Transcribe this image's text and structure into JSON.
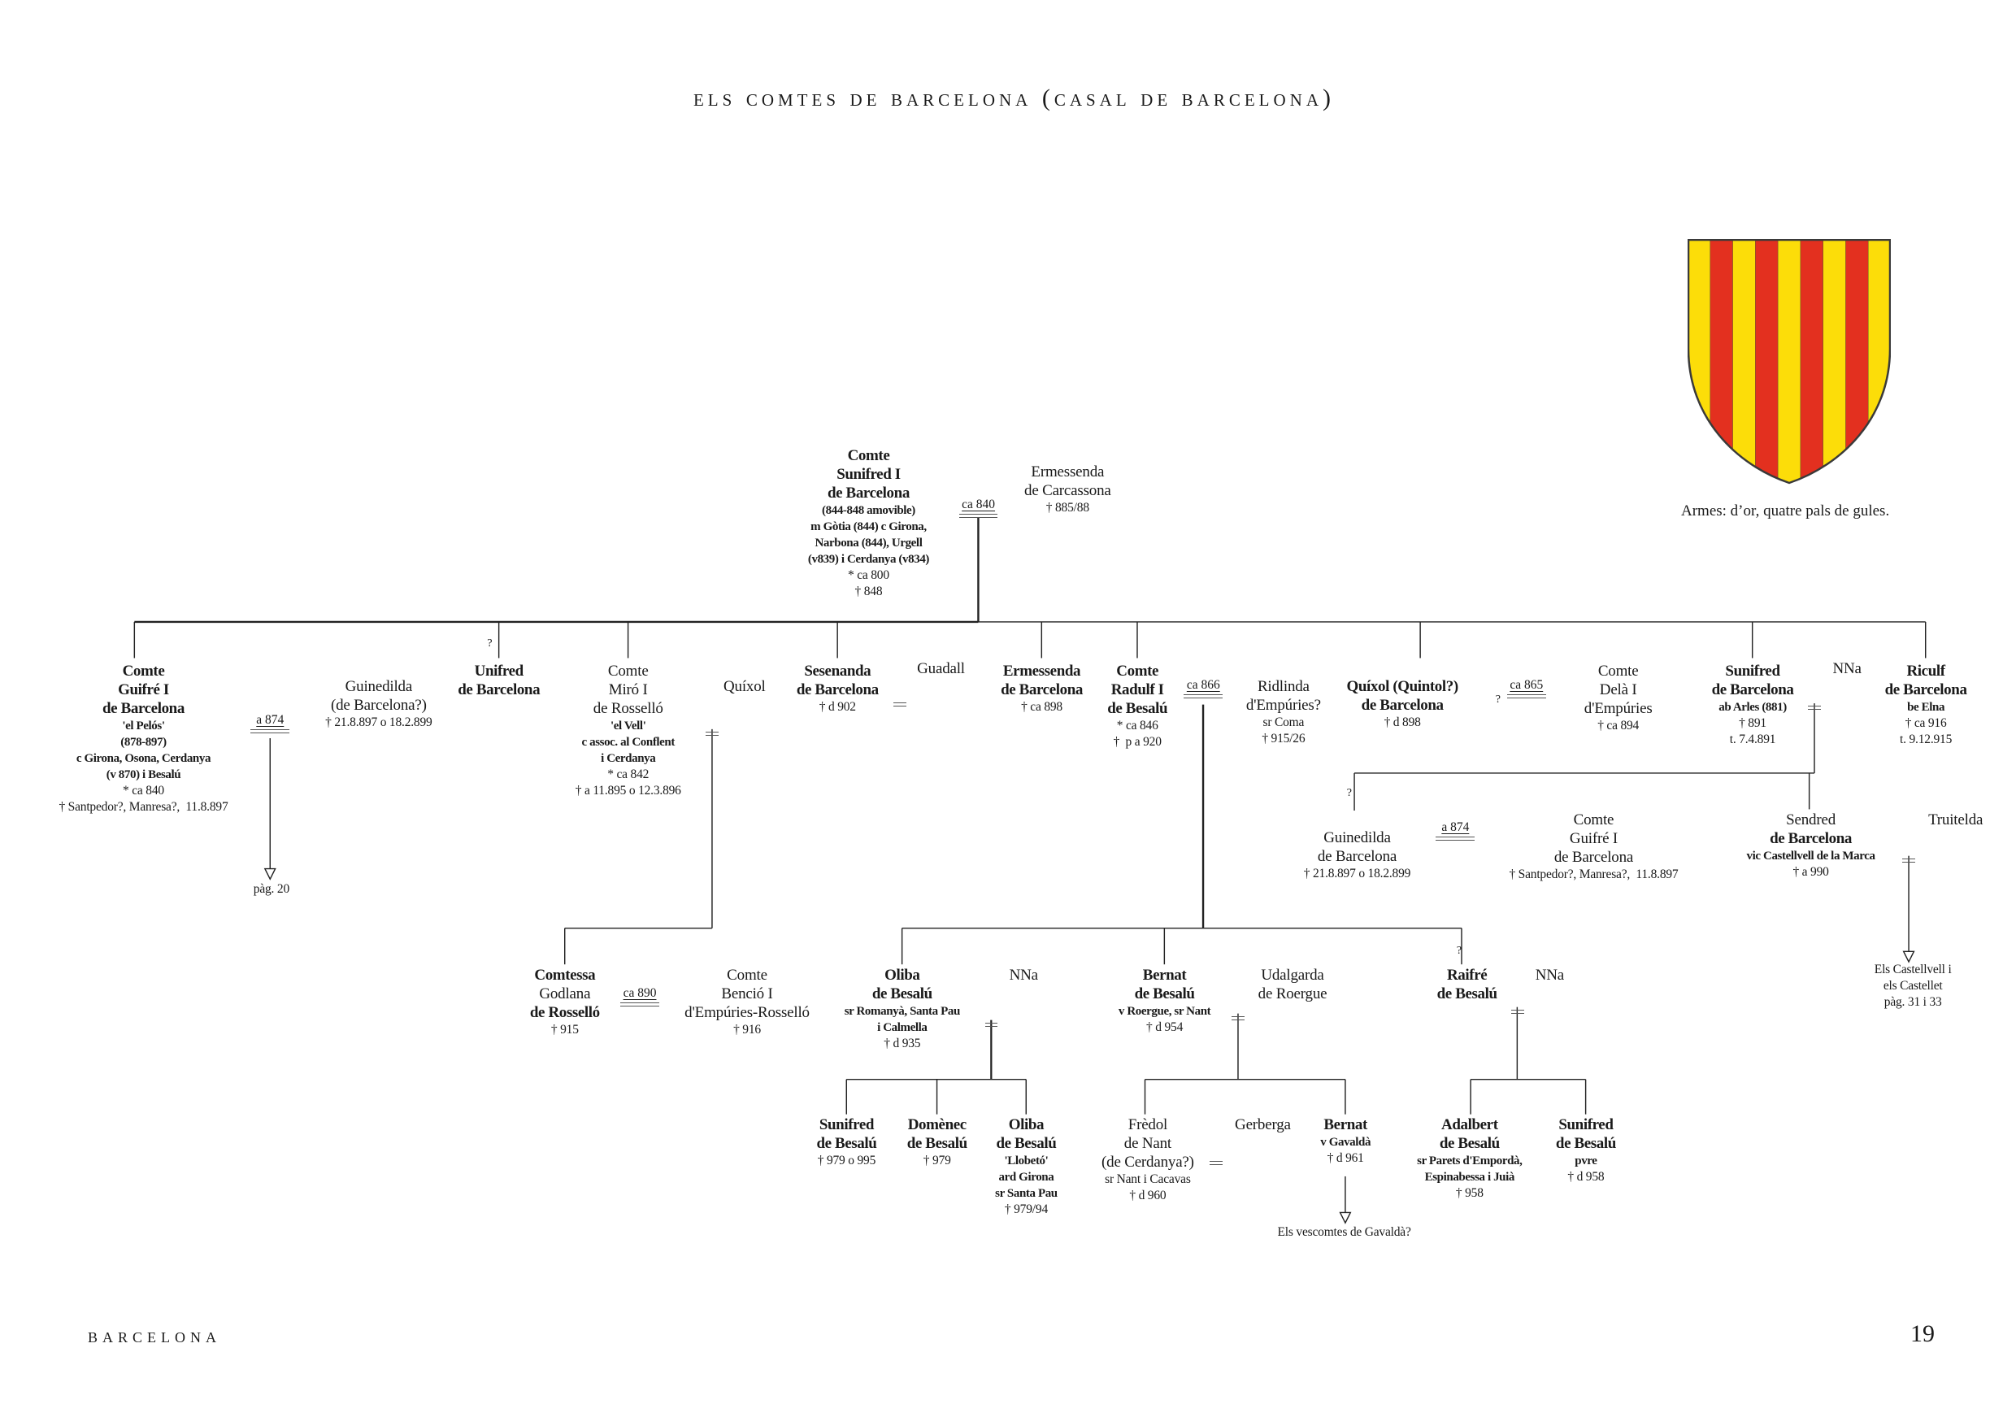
{
  "title": "Els comtes de Barcelona (casal de Barcelona)",
  "footer": {
    "section": "Barcelona",
    "page_number": "19"
  },
  "arms": {
    "caption": "Armes: d’or, quatre pals de gules.",
    "colors": {
      "or": "#FCDD09",
      "gules": "#E3301F",
      "outline": "#3a3a3a"
    }
  },
  "nodes": {
    "sunifred1": [
      "Comte",
      "Sunifred I",
      "de Barcelona",
      "(844-848 amovible)",
      "m Gòtia (844) c Girona,",
      "Narbona (844), Urgell",
      "(v839) i Cerdanya (v834)",
      "* ca 800",
      "† 848"
    ],
    "ermessenda_c": [
      "Ermessenda",
      "de Carcassona",
      "† 885/88"
    ],
    "guifre1": [
      "Comte",
      "Guifré I",
      "de Barcelona",
      "'el Pelós'",
      "(878-897)",
      "c Girona, Osona, Cerdanya",
      "(v 870) i Besalú",
      "* ca 840",
      "† Santpedor?, Manresa?,  11.8.897"
    ],
    "guinedilda1": [
      "Guinedilda",
      "(de Barcelona?)",
      "† 21.8.897 o 18.2.899"
    ],
    "unifred": [
      "Unifred",
      "de Barcelona"
    ],
    "miro": [
      "Comte",
      "Miró I",
      "de Rosselló",
      "'el Vell'",
      "c assoc. al Conflent",
      "i Cerdanya",
      "* ca 842",
      "† a 11.895 o 12.3.896"
    ],
    "quixol1": [
      "Quíxol"
    ],
    "sesenanda": [
      "Sesenanda",
      "de Barcelona",
      "† d 902"
    ],
    "guadall": [
      "Guadall"
    ],
    "ermessenda_b": [
      "Ermessenda",
      "de Barcelona",
      "† ca 898"
    ],
    "radulf": [
      "Comte",
      "Radulf I",
      "de Besalú",
      "* ca 846",
      "†  p a 920"
    ],
    "ridlinda": [
      "Ridlinda",
      "d'Empúries?",
      "sr Coma",
      "† 915/26"
    ],
    "quixol2": [
      "Quíxol (Quintol?)",
      "de Barcelona",
      "† d 898"
    ],
    "dela": [
      "Comte",
      "Delà I",
      "d'Empúries",
      "† ca 894"
    ],
    "sunifred_b": [
      "Sunifred",
      "de Barcelona",
      "ab Arles (881)",
      "† 891",
      "t. 7.4.891"
    ],
    "nna1": [
      "NNa"
    ],
    "riculf": [
      "Riculf",
      "de Barcelona",
      "be Elna",
      "† ca 916",
      "t. 9.12.915"
    ],
    "pag20": [
      "pàg. 20"
    ],
    "guinedilda2": [
      "Guinedilda",
      "de Barcelona",
      "† 21.8.897 o 18.2.899"
    ],
    "guifre2": [
      "Comte",
      "Guifré I",
      "de Barcelona",
      "† Santpedor?, Manresa?,  11.8.897"
    ],
    "sendred": [
      "Sendred",
      "de Barcelona",
      "vic Castellvell de la Marca",
      "† a 990"
    ],
    "truitelda": [
      "Truitelda"
    ],
    "castellvell": [
      "Els Castellvell i",
      "els Castellet",
      "pàg. 31 i 33"
    ],
    "godlana": [
      "Comtessa",
      "Godlana",
      "de Rosselló",
      "† 915"
    ],
    "bencio": [
      "Comte",
      "Benció I",
      "d'Empúries-Rosselló",
      "† 916"
    ],
    "oliba1": [
      "Oliba",
      "de Besalú",
      "sr Romanyà, Santa Pau",
      "i Calmella",
      "† d 935"
    ],
    "nna2": [
      "NNa"
    ],
    "bernat1": [
      "Bernat",
      "de Besalú",
      "v Roergue, sr Nant",
      "† d 954"
    ],
    "udalgarda": [
      "Udalgarda",
      "de Roergue"
    ],
    "raifre": [
      "Raifré",
      "de Besalú"
    ],
    "nna3": [
      "NNa"
    ],
    "sunifred_bs": [
      "Sunifred",
      "de Besalú",
      "† 979 o 995"
    ],
    "domenec": [
      "Domènec",
      "de Besalú",
      "† 979"
    ],
    "oliba2": [
      "Oliba",
      "de Besalú",
      "'Llobetó'",
      "ard Girona",
      "sr Santa Pau",
      "† 979/94"
    ],
    "fredol": [
      "Frèdol",
      "de Nant",
      "(de Cerdanya?)",
      "sr Nant i Cacavas",
      "† d 960"
    ],
    "gerberga": [
      "Gerberga"
    ],
    "bernat2": [
      "Bernat",
      "v Gavaldà",
      "† d 961"
    ],
    "vescomtes": [
      "Els vescomtes de Gavaldà?"
    ],
    "adalbert": [
      "Adalbert",
      "de Besalú",
      "sr Parets d'Empordà,",
      "Espinabessa i Juià",
      "† 958"
    ],
    "sunifred_pvre": [
      "Sunifred",
      "de Besalú",
      "pvre",
      "† d 958"
    ]
  },
  "marriages": {
    "m_ca840": "ca 840",
    "m_a874a": "a 874",
    "m_quixol": "",
    "m_sesenanda": "",
    "m_ca866": "ca 866",
    "m_ca865": "ca 865",
    "m_sunifred": "",
    "m_a874b": "a 874",
    "m_truitelda": "",
    "m_ca890": "ca 890",
    "m_oliba": "",
    "m_bernat": "",
    "m_raifre": "",
    "m_fredol": ""
  },
  "uncertain_mark": "?"
}
